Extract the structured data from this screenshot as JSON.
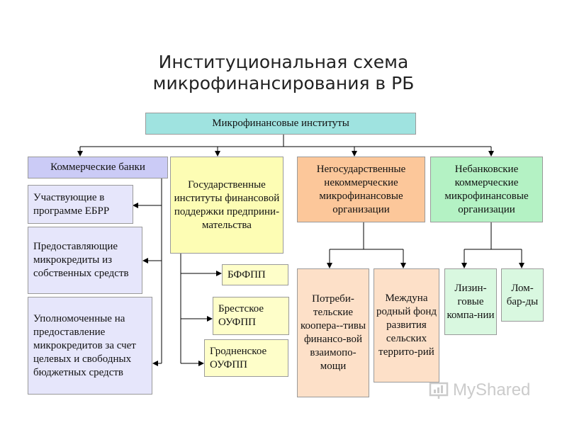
{
  "title": "Институциональная схема микрофинансирования в РБ",
  "root": "Микрофинансовые институты",
  "level2": {
    "commercial_banks": "Коммерческие банки",
    "state_institutes": "Государственные институты финансовой поддержки предприни-мательства",
    "nonstate_noncommercial": "Негосударственные некоммерческие микрофинансовые организации",
    "nonbank_commercial": "Небанковские коммерческие микрофинансовые организации"
  },
  "banks_children": [
    "Участвующие в программе ЕБРР",
    "Предоставляющие микрокредиты из собственных средств",
    "Уполномоченные на предоставление микрокредитов за счет целевых и свободных бюджетных средств"
  ],
  "state_children": [
    "БФФПП",
    "Брестское ОУФПП",
    "Гродненское ОУФПП"
  ],
  "noncommercial_children": [
    "Потреби-тельские коопера--тивы финансо-вой взаимопо-мощи",
    "Междуна родный фонд развития сельских террито-рий"
  ],
  "nonbank_children": [
    "Лизин-говые компа-нии",
    "Лом-бар-ды"
  ],
  "watermark": "MyShared",
  "colors": {
    "root": "#9fe3e0",
    "banks": "#cbcbf6",
    "banks_children": "#e6e6fb",
    "state": "#fdfdb4",
    "state_children": "#fefec9",
    "noncommercial": "#fcc79a",
    "noncommercial_children": "#fde0c8",
    "nonbank": "#b4f2c4",
    "nonbank_children": "#d9f8e0"
  }
}
